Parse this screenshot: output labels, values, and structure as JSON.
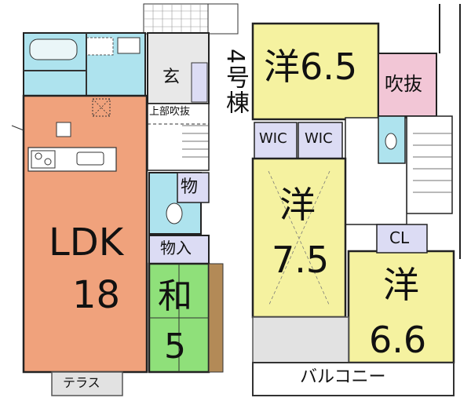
{
  "floor_plans": {
    "first_floor": {
      "rooms": {
        "ldk": {
          "name": "LDK",
          "size": "18"
        },
        "washitsu": {
          "name": "和",
          "size": "5"
        },
        "storage_in": "物入",
        "storage": "物",
        "entrance": "玄",
        "upper_void": "上部吹抜",
        "terrace": "テラス"
      },
      "colors": {
        "ldk": "#f0a27c",
        "washitsu": "#8fe07a",
        "wet_area": "#aee3ee",
        "closet": "#dcdcf4"
      }
    },
    "building_label": "4号棟",
    "second_floor": {
      "rooms": {
        "western_a": "洋6.5",
        "western_b": {
          "name": "洋",
          "size": "7.5"
        },
        "western_c": {
          "name": "洋",
          "size": "6.6"
        },
        "wic_1": "WIC",
        "wic_2": "WIC",
        "closet": "CL",
        "void": "吹抜",
        "balcony": "バルコニー"
      },
      "colors": {
        "western": "#f5f2a0",
        "void": "#f2c6d6",
        "closet": "#dcdcf4",
        "balcony": "#e2e2e2"
      }
    }
  }
}
